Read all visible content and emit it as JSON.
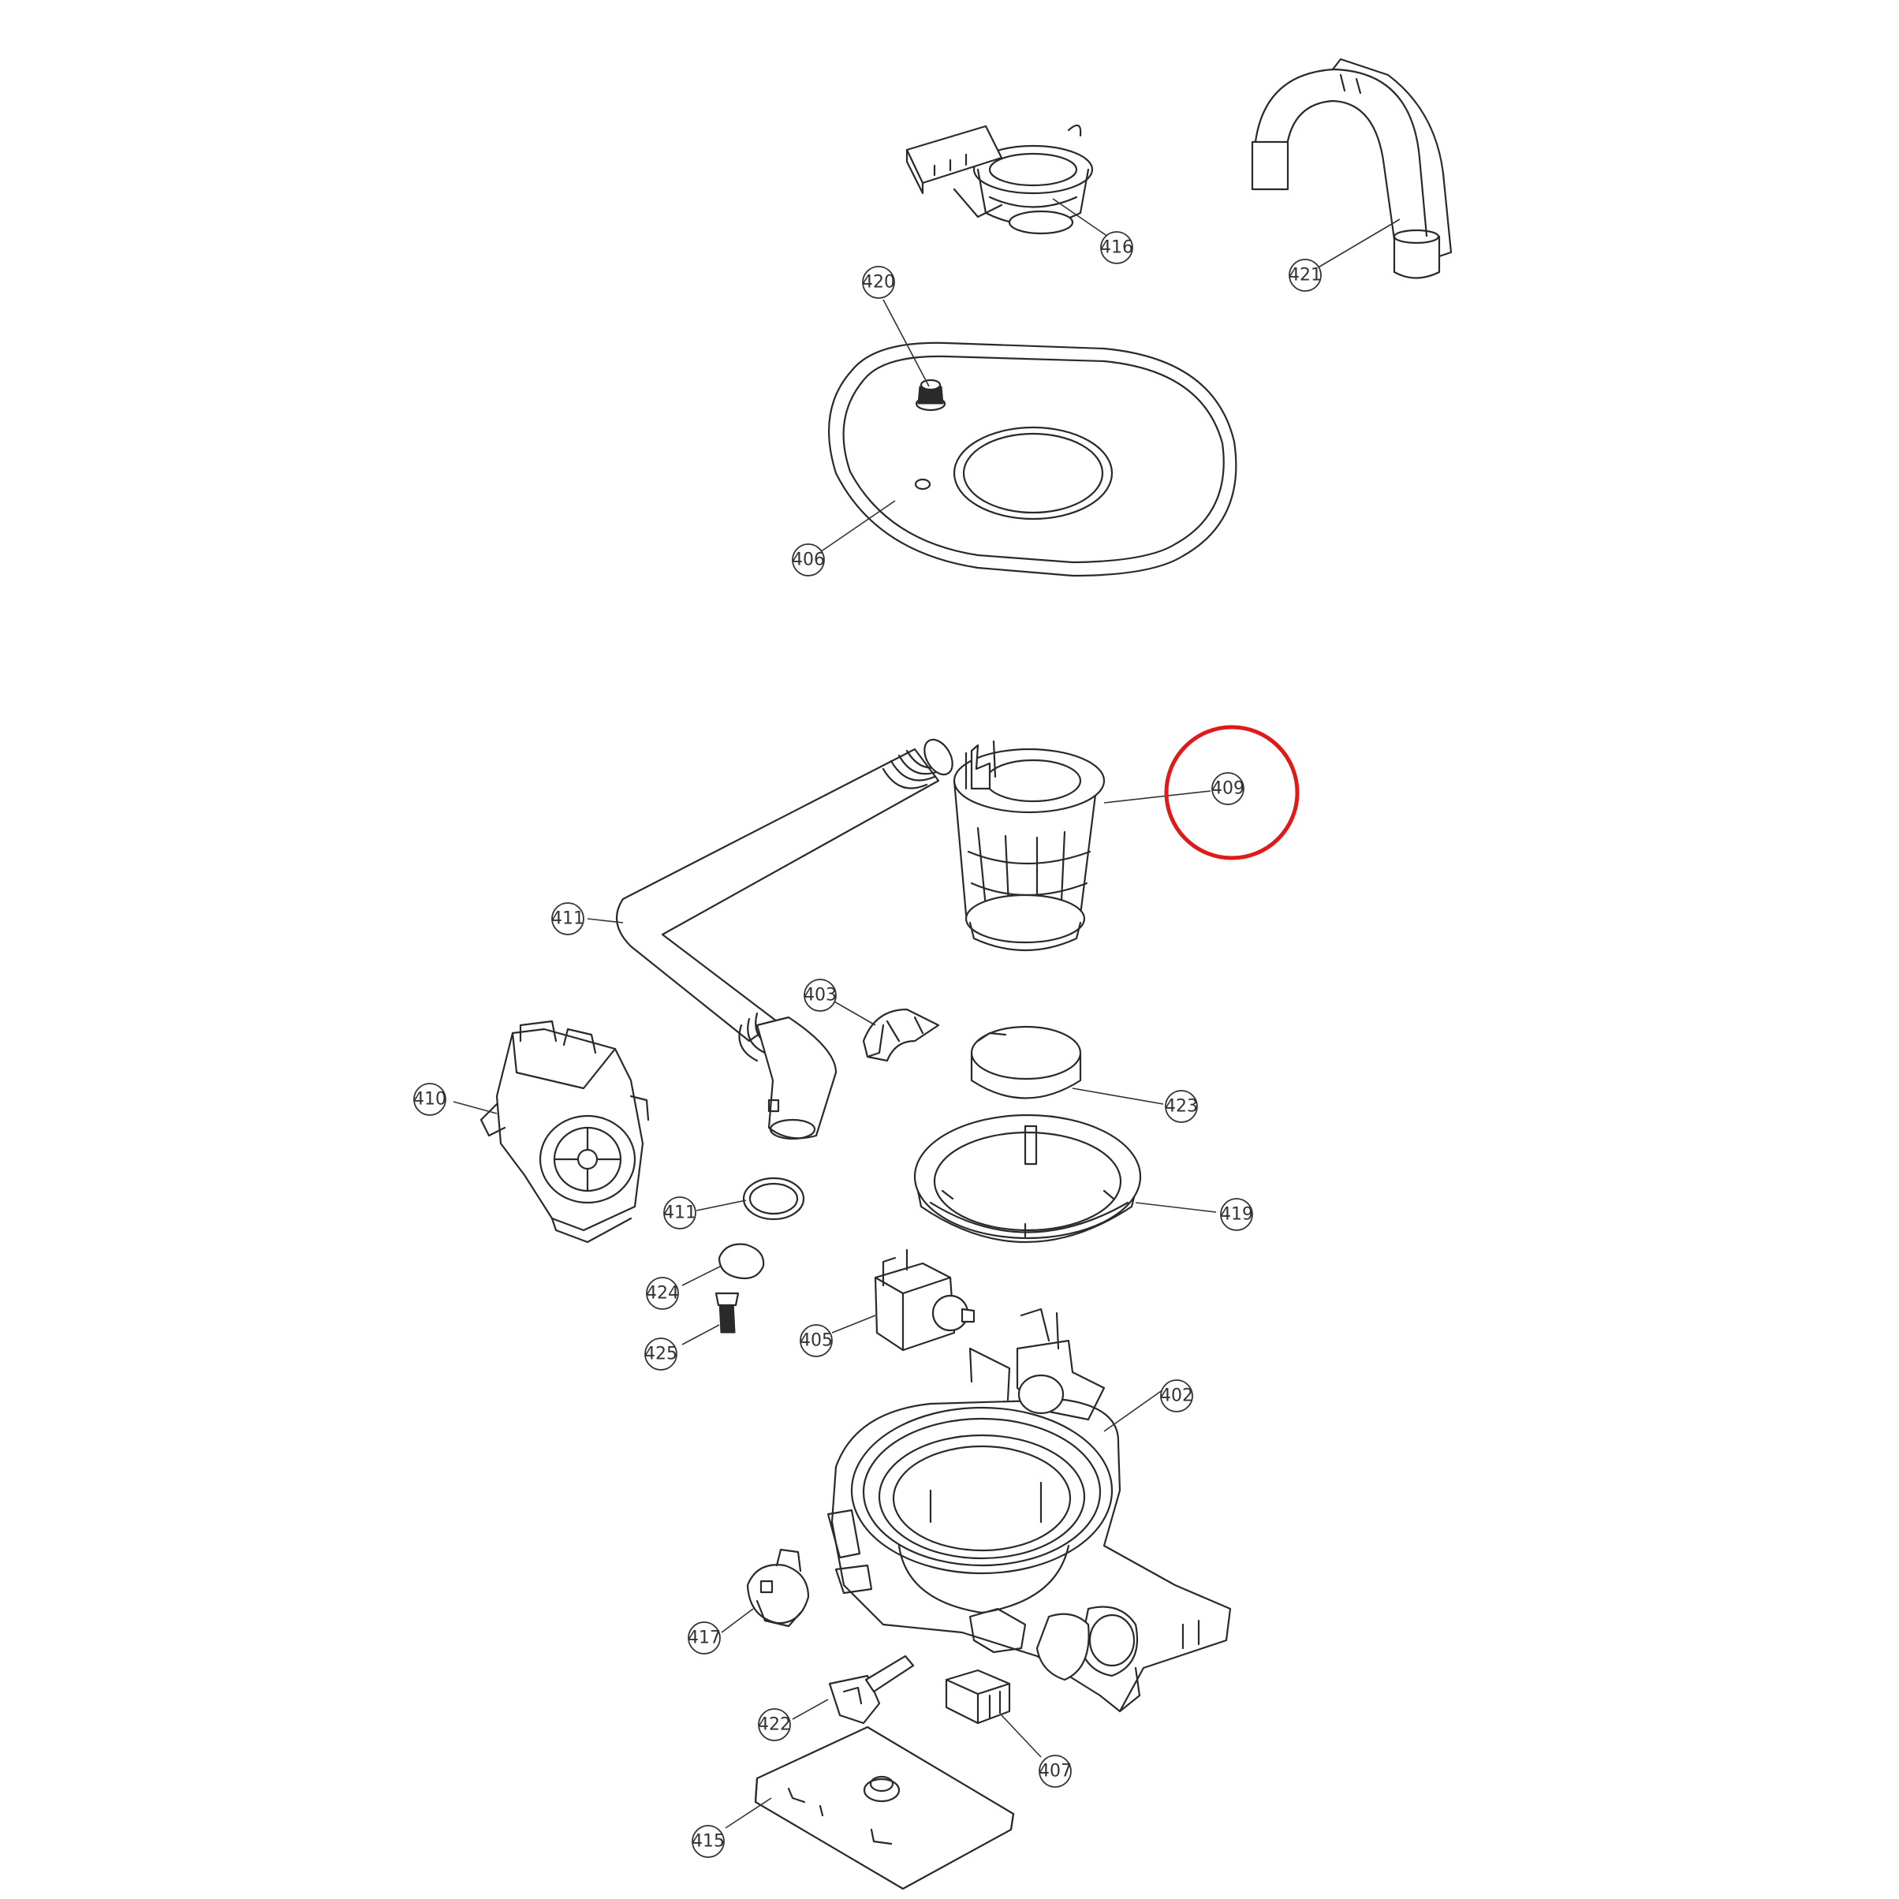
{
  "colors": {
    "line": "#2a2a2a",
    "highlight": "#e01a1a",
    "background": "#ffffff"
  },
  "callouts": {
    "c416": "416",
    "c421": "421",
    "c420": "420",
    "c406": "406",
    "c409": "409",
    "c411a": "411",
    "c403": "403",
    "c410": "410",
    "c423": "423",
    "c411b": "411",
    "c419": "419",
    "c424": "424",
    "c425": "425",
    "c405": "405",
    "c402": "402",
    "c417": "417",
    "c422": "422",
    "c407": "407",
    "c415": "415"
  },
  "highlighted_callout": "409"
}
